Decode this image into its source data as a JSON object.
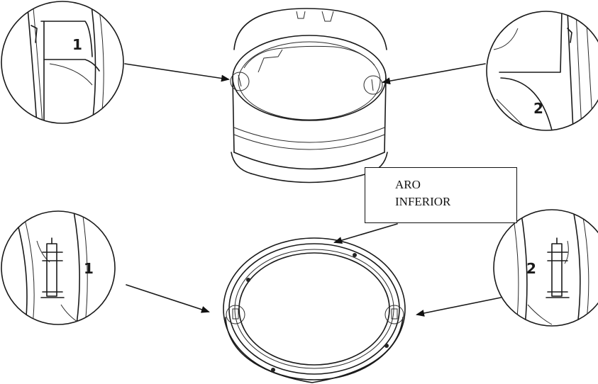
{
  "callout": {
    "line1": "ARO",
    "line2": "INFERIOR"
  },
  "details": {
    "top_left_number": "1",
    "top_right_number": "2",
    "bottom_left_number": "1",
    "bottom_right_number": "2"
  }
}
